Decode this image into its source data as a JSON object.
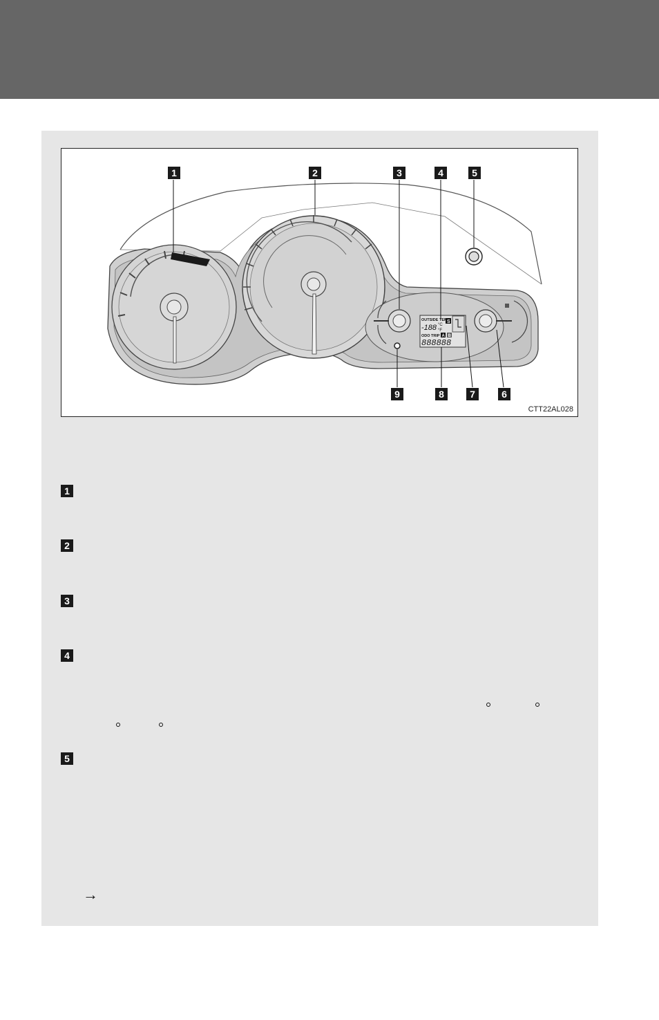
{
  "figure": {
    "id": "CTT22AL028",
    "callouts": [
      "1",
      "2",
      "3",
      "4",
      "5",
      "6",
      "7",
      "8",
      "9"
    ],
    "lcd": {
      "outside_temp_label": "OUTSIDE TEMP",
      "temp_value": "-188",
      "unit_c": "°C",
      "unit_f": "°F",
      "s_icon": "S",
      "odo_trip_label": "ODO TRIP",
      "trip_a": "A",
      "trip_b": "B",
      "odometer_digits": "888888"
    }
  },
  "list": {
    "items": [
      "1",
      "2",
      "3",
      "4",
      "5"
    ]
  },
  "arrow": "→"
}
